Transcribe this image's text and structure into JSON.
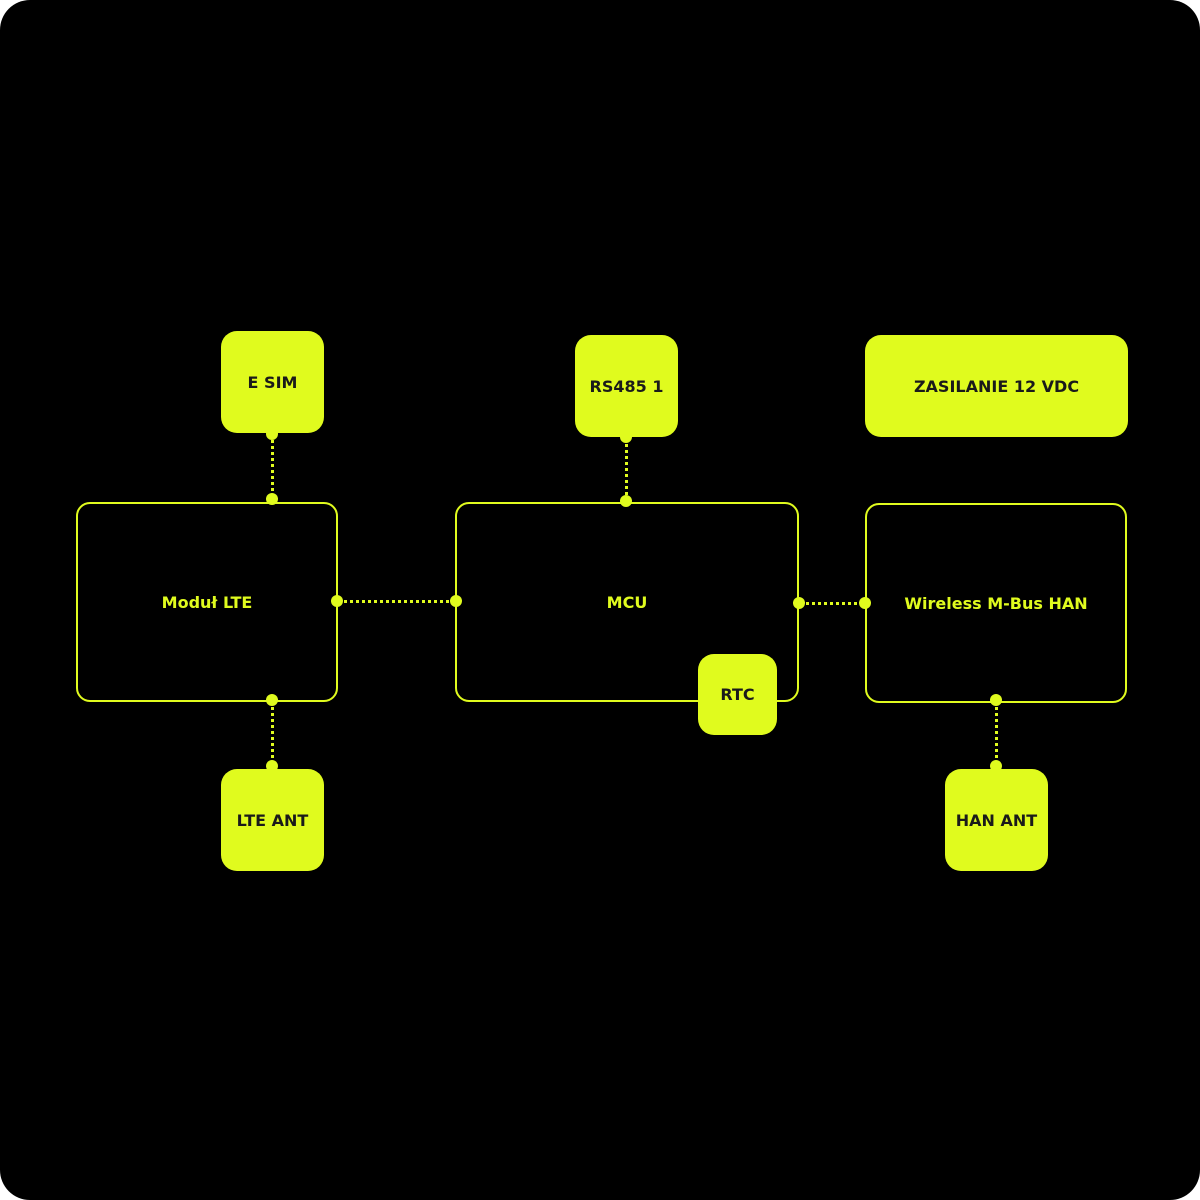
{
  "colors": {
    "accent": "#e0fb1e",
    "background": "#000000",
    "text_on_accent": "#1a1a1a"
  },
  "nodes": {
    "esim": "E SIM",
    "rs485": "RS485 1",
    "power": "ZASILANIE 12 VDC",
    "lte_module": "Moduł LTE",
    "mcu": "MCU",
    "wmbus": "Wireless M-Bus HAN",
    "rtc": "RTC",
    "lte_ant": "LTE ANT",
    "han_ant": "HAN ANT"
  }
}
